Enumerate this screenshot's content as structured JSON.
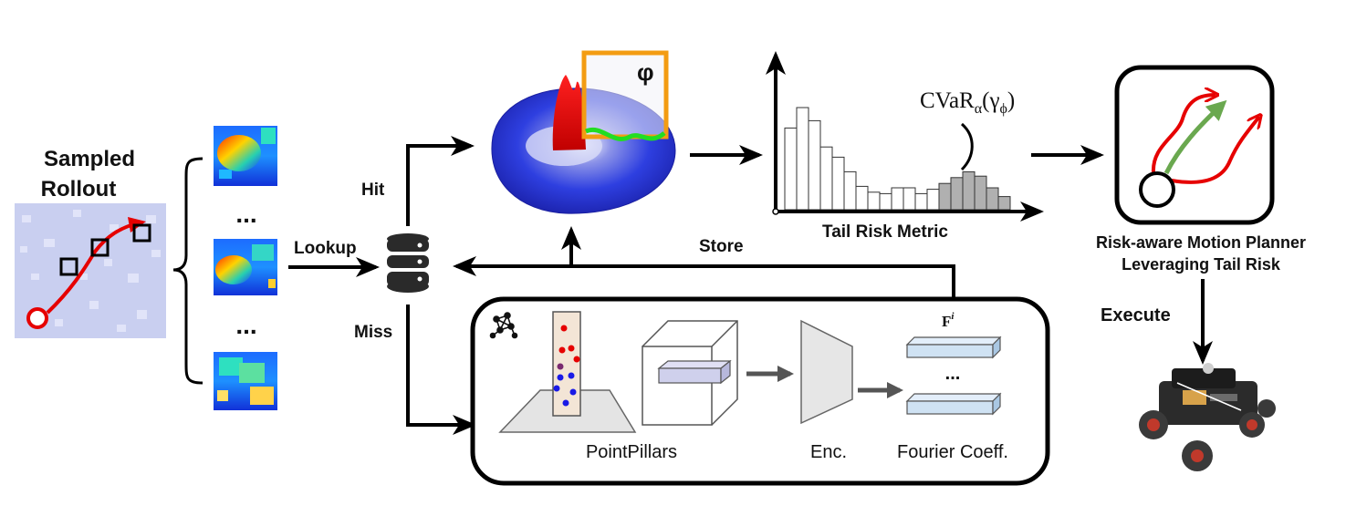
{
  "labels": {
    "sampled_rollout": [
      "Sampled",
      "Rollout"
    ],
    "ellipsis": "...",
    "lookup": "Lookup",
    "hit": "Hit",
    "miss": "Miss",
    "store": "Store",
    "phi": "φ",
    "cvar_main": "CVaR",
    "cvar_sub": "α",
    "cvar_args": "(γ",
    "cvar_sub2": "ϕ",
    "cvar_close": ")",
    "tail_risk_metric": "Tail Risk Metric",
    "planner": [
      "Risk-aware Motion Planner",
      "Leveraging Tail Risk"
    ],
    "execute": "Execute",
    "feature": "F",
    "feature_sup": "i",
    "pointpillars": "PointPillars",
    "enc": "Enc.",
    "fourier": "Fourier Coeff."
  },
  "histogram": {
    "bars_white": [
      5.6,
      7.0,
      6.1,
      4.3,
      3.6,
      2.6,
      1.6,
      1.2,
      1.1,
      1.5,
      1.5,
      1.1,
      1.4
    ],
    "bars_gray": [
      1.8,
      2.2,
      2.6,
      2.3,
      1.5,
      0.9
    ],
    "colors": {
      "white": "#ffffff",
      "gray": "#b0b0b0"
    }
  },
  "colors": {
    "arrow": "#000000",
    "red": "#e60000",
    "green": "#6aa84f",
    "orange": "#f39c12",
    "blue_surface": "#1f2fe0",
    "feature_bar": "#cfe2f3",
    "gray_arrow": "#555555"
  }
}
